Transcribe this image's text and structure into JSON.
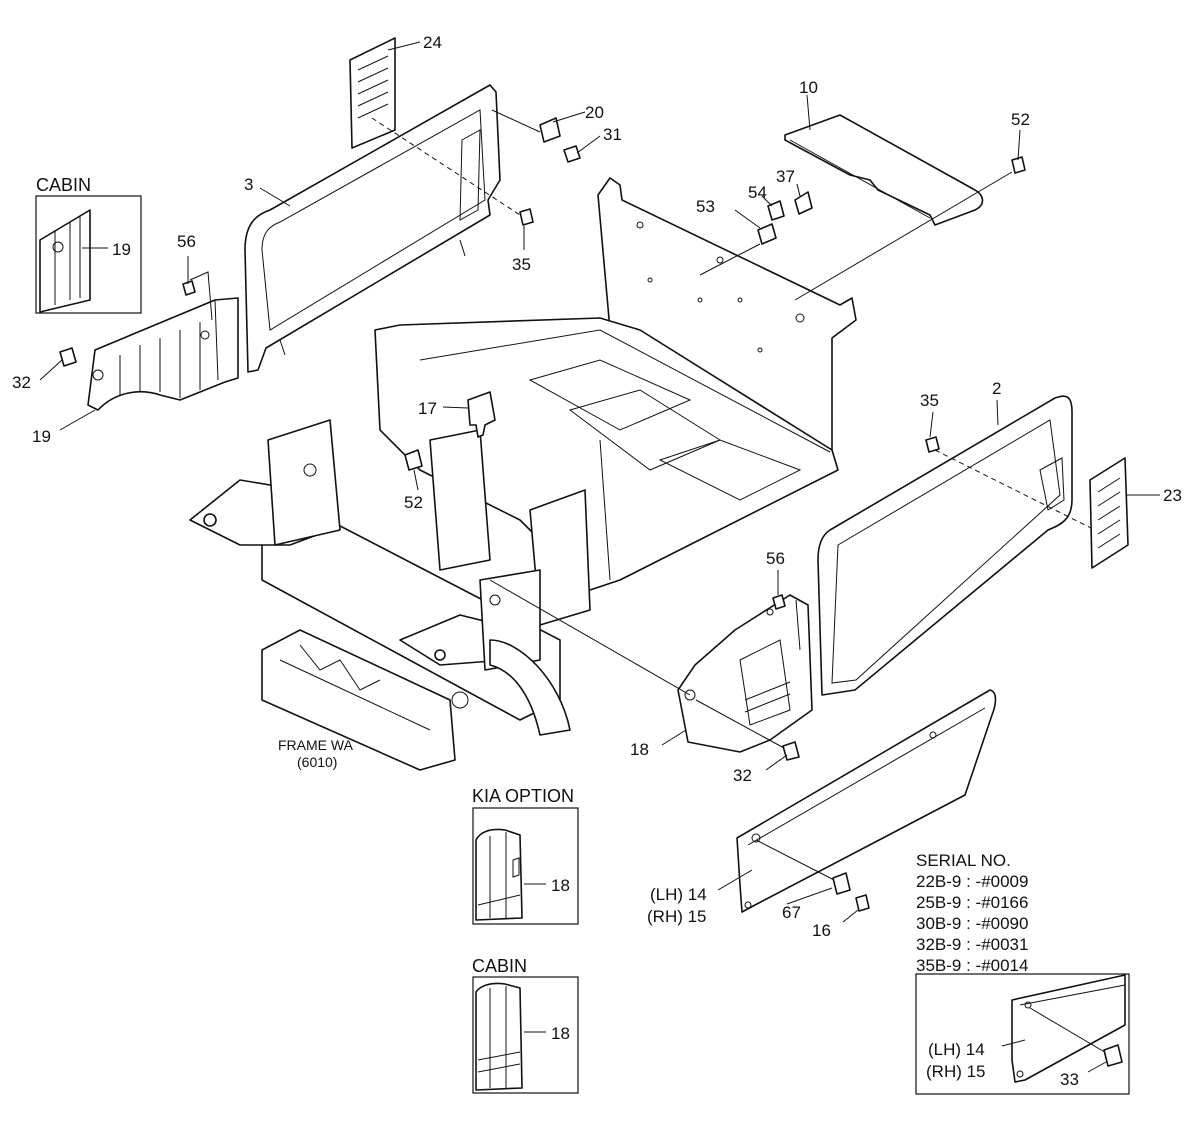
{
  "part_labels": [
    {
      "id": "p24",
      "text": "24"
    },
    {
      "id": "p20",
      "text": "20"
    },
    {
      "id": "p31",
      "text": "31"
    },
    {
      "id": "p10",
      "text": "10"
    },
    {
      "id": "p52a",
      "text": "52"
    },
    {
      "id": "p3",
      "text": "3"
    },
    {
      "id": "p37",
      "text": "37"
    },
    {
      "id": "p54",
      "text": "54"
    },
    {
      "id": "p53",
      "text": "53"
    },
    {
      "id": "p35a",
      "text": "35"
    },
    {
      "id": "p56a",
      "text": "56"
    },
    {
      "id": "p19a",
      "text": "19"
    },
    {
      "id": "p32a",
      "text": "32"
    },
    {
      "id": "p19b",
      "text": "19"
    },
    {
      "id": "p17",
      "text": "17"
    },
    {
      "id": "p52b",
      "text": "52"
    },
    {
      "id": "p35b",
      "text": "35"
    },
    {
      "id": "p2",
      "text": "2"
    },
    {
      "id": "p23",
      "text": "23"
    },
    {
      "id": "p56b",
      "text": "56"
    },
    {
      "id": "p18a",
      "text": "18"
    },
    {
      "id": "p32b",
      "text": "32"
    },
    {
      "id": "p18b",
      "text": "18"
    },
    {
      "id": "p18c",
      "text": "18"
    },
    {
      "id": "p67",
      "text": "67"
    },
    {
      "id": "p16",
      "text": "16"
    },
    {
      "id": "p33",
      "text": "33"
    }
  ],
  "section_labels": {
    "cabin_top": "CABIN",
    "kia_option": "KIA OPTION",
    "cabin_bottom": "CABIN",
    "frame_line1": "FRAME WA",
    "frame_line2": "(6010)"
  },
  "side_labels": {
    "lh14_main": "(LH) 14",
    "rh15_main": "(RH) 15",
    "lh14_inset": "(LH) 14",
    "rh15_inset": "(RH) 15"
  },
  "serial": {
    "title": "SERIAL NO.",
    "lines": [
      "22B-9 : -#0009",
      "25B-9 : -#0166",
      "30B-9 : -#0090",
      "32B-9 : -#0031",
      "35B-9 : -#0014"
    ]
  }
}
